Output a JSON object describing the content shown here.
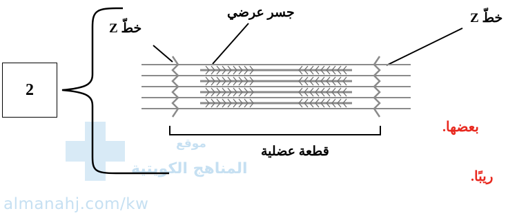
{
  "box_number": "2",
  "labels": {
    "z_line_left": "خطّ Z",
    "z_line_right": "خطّ Z",
    "cross_bridge": "جسر عرضي",
    "sarcomere": "قطعة عضلية"
  },
  "side_text": {
    "line1": "بعضها.",
    "line2": "ريبًا."
  },
  "watermark": {
    "line1": "موقع",
    "line2": "المناهج الكويتية",
    "url": "almanahj.com/kw"
  },
  "colors": {
    "text": "#000000",
    "red_text": "#e8281e",
    "watermark": "#c6e0f2",
    "filament": "#8a8a8a"
  }
}
